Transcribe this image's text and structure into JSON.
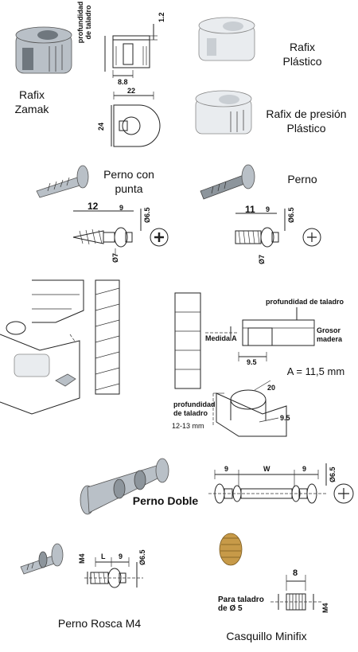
{
  "products": {
    "rafix_zamak": "Rafix\nZamak",
    "rafix_plastico": "Rafix\nPlástico",
    "rafix_presion": "Rafix de presión\nPlástico",
    "perno_punta": "Perno con\npunta",
    "perno": "Perno",
    "perno_doble": "Perno Doble",
    "perno_rosca": "Perno Rosca M4",
    "casquillo": "Casquillo Minifix"
  },
  "dims": {
    "rafix_depth_label": "profundidad\nde taladro",
    "rafix_12": "1.2",
    "rafix_88": "8.8",
    "rafix_22": "22",
    "rafix_24": "24",
    "pp_12": "12",
    "pp_9": "9",
    "pp_65": "Ø6.5",
    "pp_7": "Ø7",
    "p_11": "11",
    "p_9": "9",
    "p_65": "Ø6.5",
    "p_7": "Ø7",
    "install_depth": "profundidad de taladro",
    "medida_a": "Medida A",
    "grosor": "Grosor\nmadera",
    "install_95": "9.5",
    "a_value": "A = 11,5 mm",
    "drill_depth": "profundidad\nde taladro",
    "drill_range": "12-13 mm",
    "drill_20": "20",
    "drill_95": "9.5",
    "pd_9a": "9",
    "pd_w": "W",
    "pd_9b": "9",
    "pd_65": "Ø6.5",
    "pr_m4": "M4",
    "pr_l": "L",
    "pr_9": "9",
    "pr_65": "Ø6.5",
    "c_8": "8",
    "c_para": "Para taladro\nde Ø 5",
    "c_m4": "M4"
  }
}
